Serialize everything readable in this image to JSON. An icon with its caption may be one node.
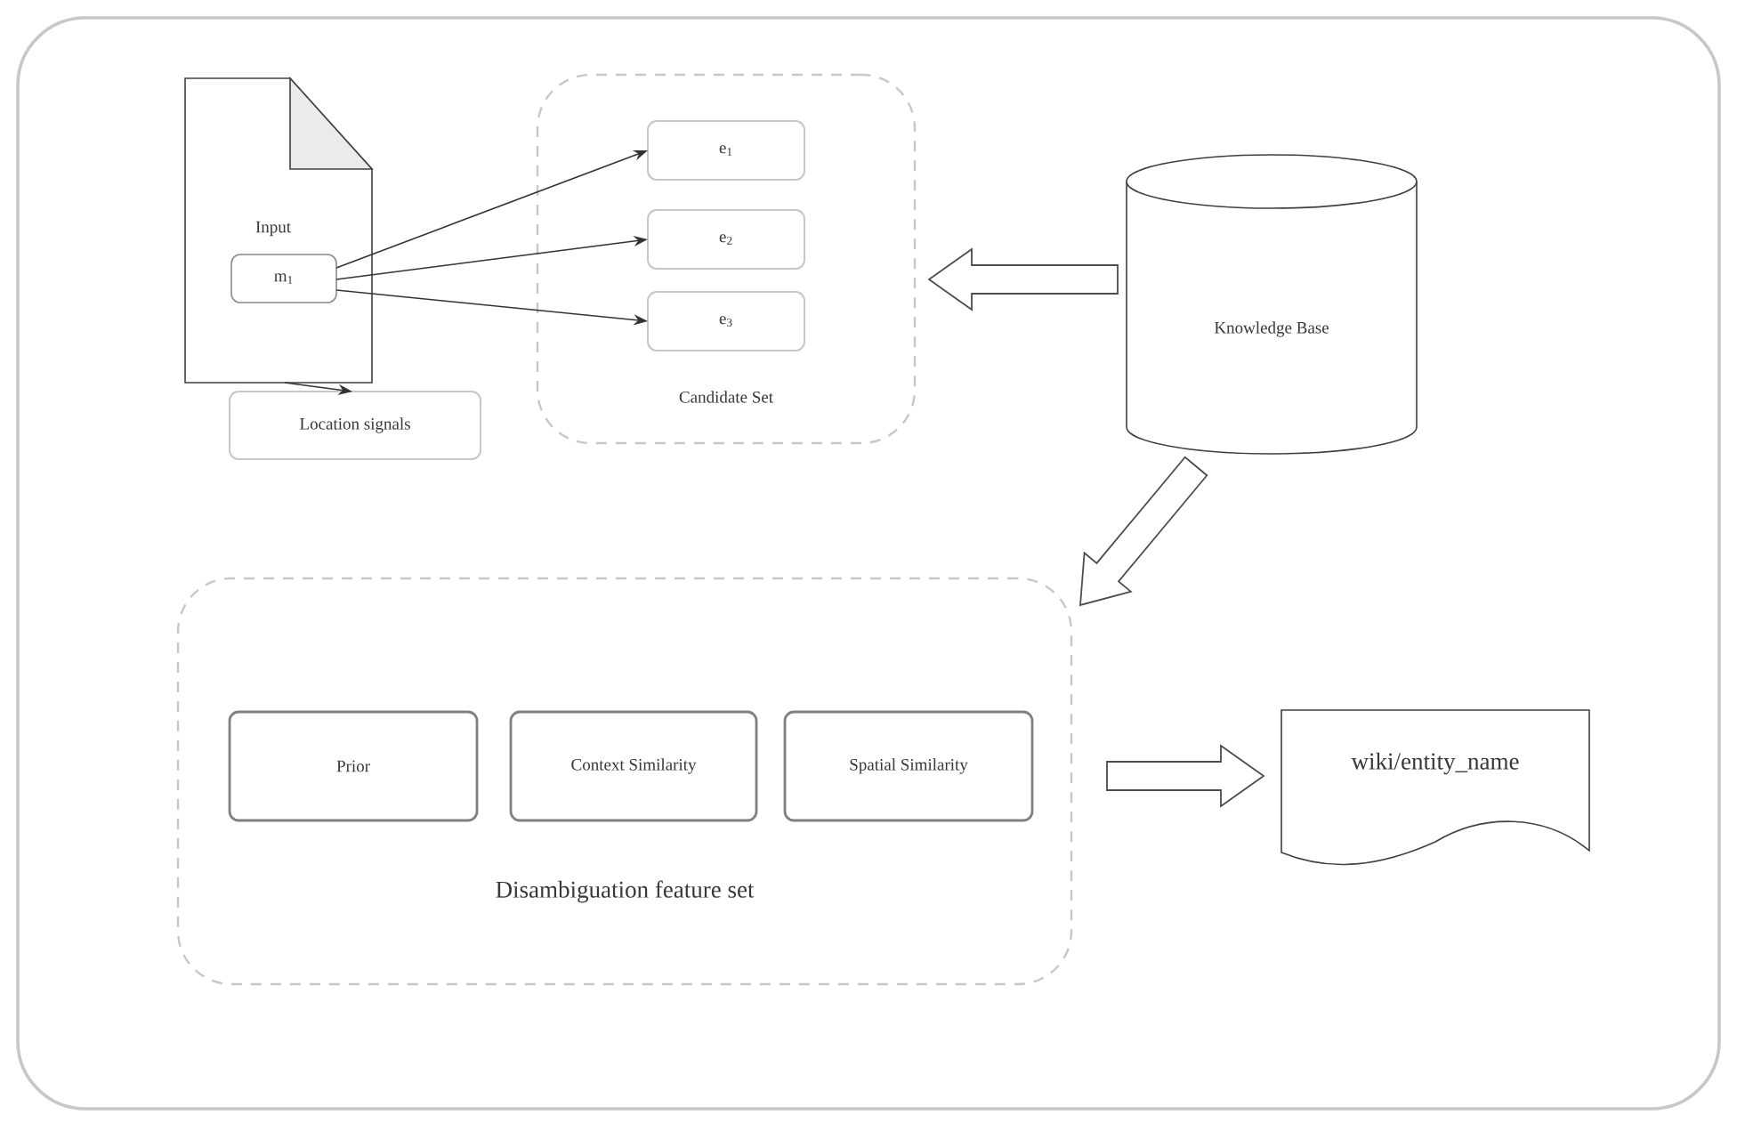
{
  "diagram": {
    "nodes": [
      {
        "text": [
          "Input"
        ]
      },
      {
        "text": [
          "m$_{1}$"
        ],
        "in": 0
      },
      {
        "text": [
          "Location signals"
        ]
      },
      {
        "text": [
          "Candidate Set"
        ]
      },
      {
        "text": [
          "e$_{1}$"
        ],
        "in": 3
      },
      {
        "text": [
          "e$_{2}$"
        ],
        "in": 3
      },
      {
        "text": [
          "e$_{3}$"
        ],
        "in": 3
      },
      {
        "text": [
          "Knowledge Base"
        ]
      },
      {
        "text": [
          "Disambiguation feature set"
        ]
      },
      {
        "text": [
          "Prior"
        ],
        "in": 8
      },
      {
        "text": [
          "Context Similarity"
        ],
        "in": 8
      },
      {
        "text": [
          "Spatial Similarity"
        ],
        "in": 8
      },
      {
        "text": [
          "wiki/entity_name"
        ]
      }
    ],
    "edges": [
      {
        "from": 1,
        "to": 4,
        "arrow": "to"
      },
      {
        "from": 1,
        "to": 5,
        "arrow": "to"
      },
      {
        "from": 1,
        "to": 6,
        "arrow": "to"
      },
      {
        "from": 0,
        "to": 2,
        "arrow": "to"
      },
      {
        "from": 7,
        "to": 3,
        "arrow": "to",
        "style": "thick"
      },
      {
        "from": 7,
        "to": 8,
        "arrow": "to",
        "style": "thick"
      },
      {
        "from": 8,
        "to": 12,
        "arrow": "to",
        "style": "thick"
      }
    ]
  }
}
